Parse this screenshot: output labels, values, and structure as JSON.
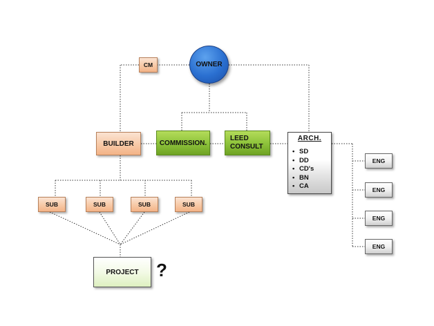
{
  "diagram": {
    "nodes": {
      "owner": "OWNER",
      "cm": "CM",
      "builder": "BUILDER",
      "commission": "COMMISSION.",
      "leed": "LEED\nCONSULT",
      "arch": {
        "title": "ARCH.",
        "items": [
          "SD",
          "DD",
          "CD's",
          "BN",
          "CA"
        ]
      },
      "subs": [
        "SUB",
        "SUB",
        "SUB",
        "SUB"
      ],
      "engs": [
        "ENG",
        "ENG",
        "ENG",
        "ENG"
      ],
      "project": "PROJECT",
      "question_mark": "?"
    },
    "colors": {
      "owner": "#2a6fd0",
      "peach": "#f7c9a6",
      "green": "#8fc43c",
      "gray": "#e0e0e0",
      "project": "#e8f5d0",
      "connector": "#333333"
    }
  }
}
